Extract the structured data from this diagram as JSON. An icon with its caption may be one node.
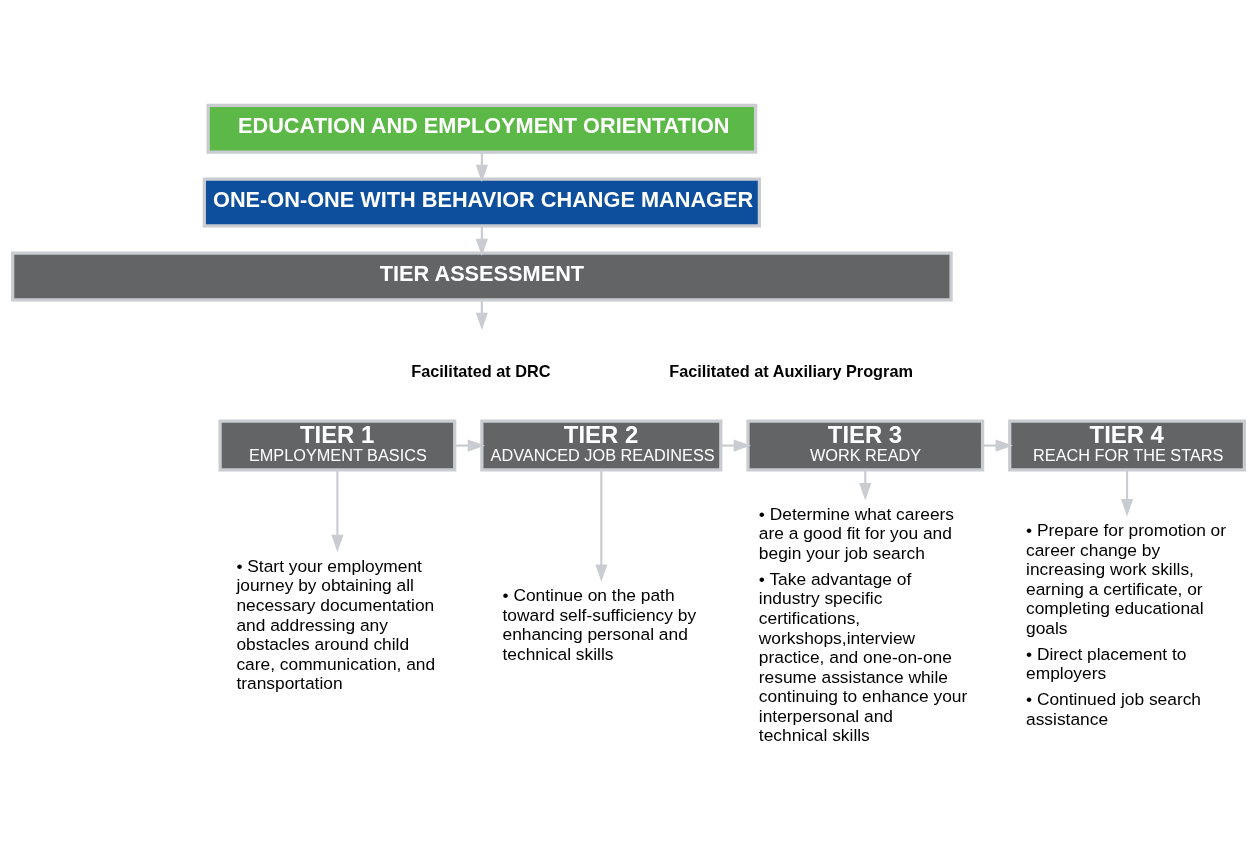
{
  "diagram": {
    "nodes": [
      {
        "text": [
          "EDUCATION AND EMPLOYMENT ORIENTATION"
        ]
      },
      {
        "text": [
          "ONE-ON-ONE WITH BEHAVIOR CHANGE MANAGER"
        ]
      },
      {
        "text": [
          "TIER ASSESSMENT"
        ]
      },
      {
        "text": [
          "TIER 1",
          "EMPLOYMENT BASICS"
        ]
      },
      {
        "text": [
          "TIER 2",
          "ADVANCED JOB READINESS"
        ]
      },
      {
        "text": [
          "TIER 3",
          "WORK READY"
        ]
      },
      {
        "text": [
          "TIER 4",
          "REACH FOR THE STARS"
        ]
      },
      {
        "text": [
          "• Start your employment journey by obtaining all necessary documentation and addressing any obstacles around child care, communication, and transportation"
        ]
      },
      {
        "text": [
          "• Continue on the path toward self-sufficiency by enhancing personal and technical skills"
        ]
      },
      {
        "text": [
          "• Determine what careers are a good fit for you and begin your job search",
          "• Take advantage of industry specific certifications, workshops,interview practice, and one-on-one resume assistance while continuing to enhance your interpersonal and technical skills"
        ]
      },
      {
        "text": [
          "• Prepare for promotion or career change by increasing work skills, earning a certificate, or completing educational goals",
          "• Direct placement to employers",
          "• Continued job search assistance"
        ]
      }
    ],
    "edges": [
      {
        "from": 0,
        "to": 1,
        "arrow": "to"
      },
      {
        "from": 1,
        "to": 2,
        "arrow": "to"
      },
      {
        "from": 2,
        "to": null,
        "arrow": "to"
      },
      {
        "from": 3,
        "to": 4,
        "arrow": "to"
      },
      {
        "from": 4,
        "to": 5,
        "arrow": "to"
      },
      {
        "from": 5,
        "to": 6,
        "arrow": "to"
      },
      {
        "from": 3,
        "to": 7,
        "arrow": "to"
      },
      {
        "from": 4,
        "to": 8,
        "arrow": "to"
      },
      {
        "from": 5,
        "to": 9,
        "arrow": "to"
      },
      {
        "from": 6,
        "to": 10,
        "arrow": "to"
      }
    ],
    "labels": [
      "Facilitated at DRC",
      "Facilitated at Auxiliary Program"
    ]
  }
}
